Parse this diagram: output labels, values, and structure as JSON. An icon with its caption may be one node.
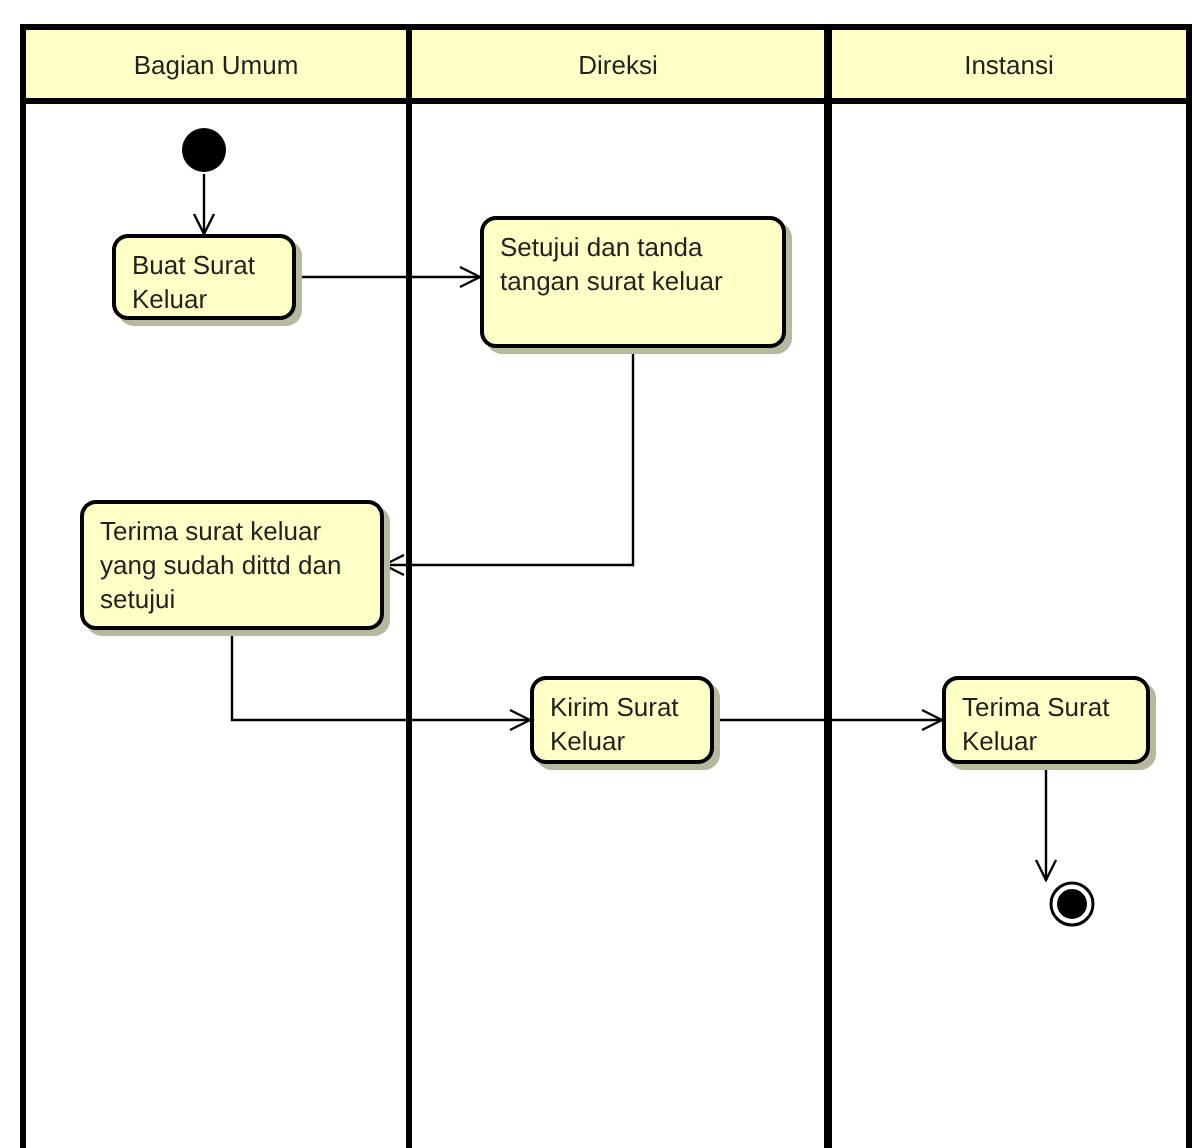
{
  "diagram": {
    "nodes": [
      {
        "text": [
          "Bagian Umum"
        ]
      },
      {
        "text": [
          "Direksi"
        ]
      },
      {
        "text": [
          "Instansi"
        ]
      },
      {
        "text": [],
        "shape": "circle",
        "in": 0
      },
      {
        "text": [
          "Buat Surat Keluar"
        ],
        "in": 0
      },
      {
        "text": [
          "Setujui dan tanda tangan surat keluar"
        ],
        "in": 1
      },
      {
        "text": [
          "Terima surat keluar yang sudah dittd dan setujui"
        ],
        "in": 0
      },
      {
        "text": [
          "Kirim Surat Keluar"
        ],
        "in": 1
      },
      {
        "text": [
          "Terima Surat Keluar"
        ],
        "in": 2
      },
      {
        "text": [],
        "shape": "final-circle",
        "in": 2
      }
    ],
    "edges": [
      {
        "from": 3,
        "to": 4,
        "arrow": "to"
      },
      {
        "from": 4,
        "to": 5,
        "arrow": "to"
      },
      {
        "from": 5,
        "to": 6,
        "arrow": "to"
      },
      {
        "from": 6,
        "to": 7,
        "arrow": "to"
      },
      {
        "from": 7,
        "to": 8,
        "arrow": "to"
      },
      {
        "from": 8,
        "to": 9,
        "arrow": "to"
      }
    ]
  }
}
